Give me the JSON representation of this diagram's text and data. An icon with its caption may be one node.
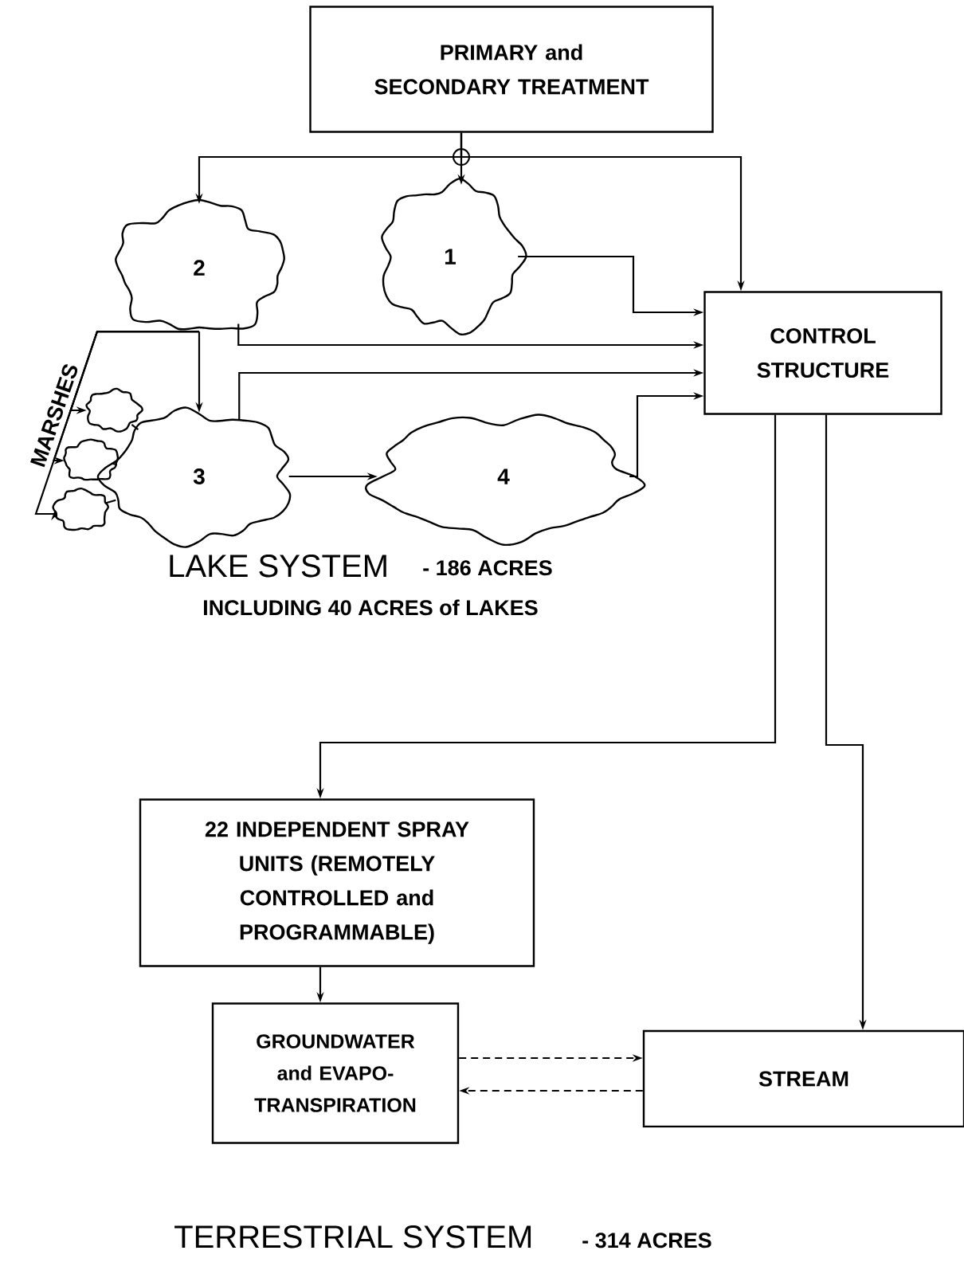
{
  "diagram": {
    "nodes": [
      {
        "text": [
          "PRIMARY and SECONDARY TREATMENT"
        ]
      },
      {
        "text": [
          "1"
        ]
      },
      {
        "text": [
          "2"
        ]
      },
      {
        "text": [
          "CONTROL STRUCTURE"
        ]
      },
      {
        "text": [
          "3"
        ]
      },
      {
        "text": [
          "4"
        ]
      },
      {
        "text": [],
        "shape": "cloud"
      },
      {
        "text": [],
        "shape": "cloud"
      },
      {
        "text": [],
        "shape": "cloud"
      },
      {
        "text": [
          "22 INDEPENDENT SPRAY UNITS (REMOTELY CONTROLLED and PROGRAMMABLE)"
        ]
      },
      {
        "text": [
          "GROUNDWATER and EVAPO-TRANSPIRATION"
        ]
      },
      {
        "text": [
          "STREAM"
        ]
      }
    ],
    "edges": [
      {
        "from": 0,
        "to": 2,
        "arrow": "to"
      },
      {
        "from": 0,
        "to": 1,
        "arrow": "to"
      },
      {
        "from": 0,
        "to": 3,
        "arrow": "to"
      },
      {
        "from": 1,
        "to": 3,
        "arrow": "to"
      },
      {
        "from": 2,
        "to": 3,
        "arrow": "to"
      },
      {
        "from": 2,
        "to": 4,
        "arrow": "to"
      },
      {
        "from": 2,
        "to": 6,
        "arrow": "to"
      },
      {
        "from": 2,
        "to": 7,
        "arrow": "to"
      },
      {
        "from": 2,
        "to": 8,
        "arrow": "to"
      },
      {
        "from": 4,
        "to": 3,
        "arrow": "to"
      },
      {
        "from": 4,
        "to": 5,
        "arrow": "to"
      },
      {
        "from": 5,
        "to": 3,
        "arrow": "to"
      },
      {
        "from": 6,
        "to": 4,
        "arrow": "none"
      },
      {
        "from": 7,
        "to": 4,
        "arrow": "none"
      },
      {
        "from": 8,
        "to": 4,
        "arrow": "none"
      },
      {
        "from": 3,
        "to": 9,
        "arrow": "to"
      },
      {
        "from": 3,
        "to": 11,
        "arrow": "to"
      },
      {
        "from": 9,
        "to": 10,
        "arrow": "to"
      },
      {
        "from": 10,
        "to": 11,
        "arrow": "to",
        "style": "dashed"
      },
      {
        "from": 11,
        "to": 10,
        "arrow": "to",
        "style": "dashed"
      }
    ],
    "labels": [
      "MARSHES",
      "LAKE SYSTEM",
      "- 186 ACRES",
      "INCLUDING 40 ACRES of LAKES",
      "TERRESTRIAL SYSTEM",
      "- 314 ACRES"
    ]
  }
}
